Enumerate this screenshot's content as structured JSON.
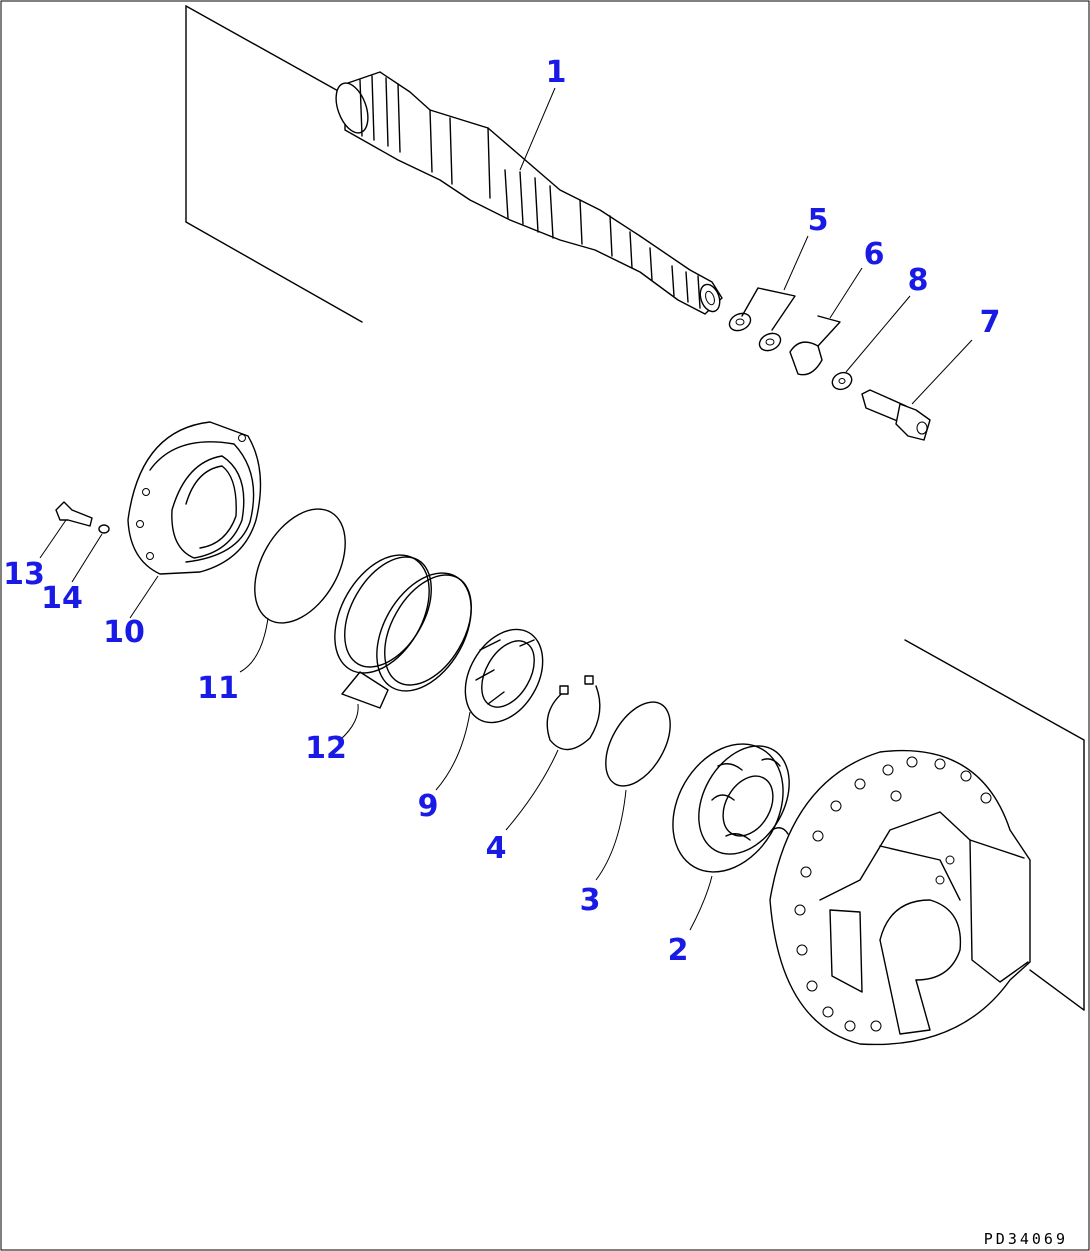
{
  "drawing_code": "PD34069",
  "colors": {
    "callout": "#1a1ae6",
    "line": "#000000",
    "background": "#ffffff"
  },
  "callouts": [
    {
      "id": "1",
      "label": "1"
    },
    {
      "id": "2",
      "label": "2"
    },
    {
      "id": "3",
      "label": "3"
    },
    {
      "id": "4",
      "label": "4"
    },
    {
      "id": "5",
      "label": "5"
    },
    {
      "id": "6",
      "label": "6"
    },
    {
      "id": "7",
      "label": "7"
    },
    {
      "id": "8",
      "label": "8"
    },
    {
      "id": "9",
      "label": "9"
    },
    {
      "id": "10",
      "label": "10"
    },
    {
      "id": "11",
      "label": "11"
    },
    {
      "id": "12",
      "label": "12"
    },
    {
      "id": "13",
      "label": "13"
    },
    {
      "id": "14",
      "label": "14"
    }
  ]
}
